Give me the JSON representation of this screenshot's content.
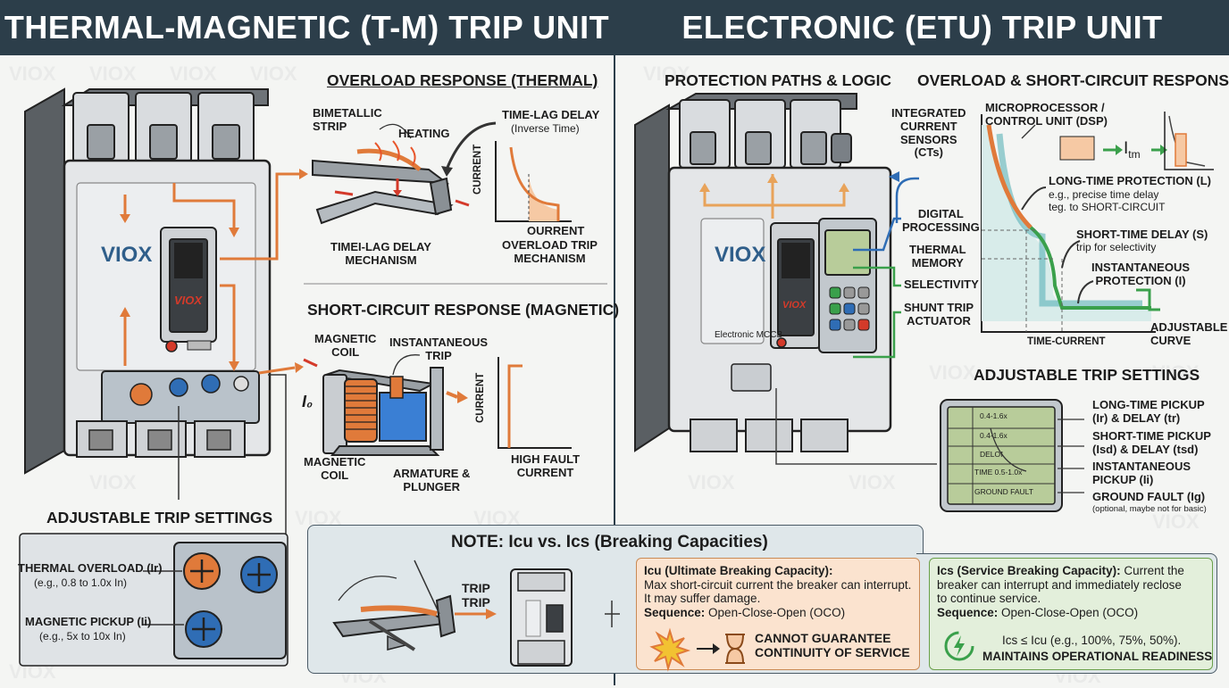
{
  "headers": {
    "left": "THERMAL-MAGNETIC (T-M) TRIP UNIT",
    "right": "ELECTRONIC (ETU) TRIP UNIT"
  },
  "watermark": "VIOX",
  "left": {
    "breaker_brand": "VIOX",
    "handle_brand": "VIOX",
    "overload": {
      "title": "OVERLOAD RESPONSE (THERMAL)",
      "bimetallic_strip": "BIMETALLIC\nSTRIP",
      "heating": "HEATING",
      "mechanism": "TIMEI-LAG DELAY\nMECHANISM",
      "time_lag_delay": "TIME-LAG DELAY",
      "inverse_time": "(Inverse Time)",
      "y_label": "CURRENT",
      "x_label": "OURRENT",
      "trip_mechanism": "OVERLOAD TRIP\nMECHANISM"
    },
    "short_circuit": {
      "title": "SHORT-CIRCUIT RESPONSE (MAGNETIC)",
      "magnetic_coil_top": "MAGNETIC\nCOIL",
      "instantaneous_trip": "INSTANTANEOUS\nTRIP",
      "current_symbol": "I₀",
      "magnetic_coil_bottom": "MAGNETIC\nCOIL",
      "armature": "ARMATURE &\nPLUNGER",
      "y_label": "CURRENT",
      "high_fault": "HIGH FAULT\nCURRENT"
    },
    "settings": {
      "title": "ADJUSTABLE TRIP SETTINGS",
      "thermal": "THERMAL OVERLOAD (Ir)",
      "thermal_range": "(e.g., 0.8 to 1.0x In)",
      "magnetic": "MAGNETIC PICKUP (Ii)",
      "magnetic_range": "(e.g., 5x to 10x In)"
    }
  },
  "right": {
    "breaker_brand": "VIOX",
    "breaker_model": "Electronic MCCB",
    "handle_brand": "VIOX",
    "protection_title": "PROTECTION PATHS & LOGIC",
    "sensors": "INTEGRATED\nCURRENT\nSENSORS\n(CTs)",
    "digital": "DIGITAL\nPROCESSING",
    "thermal_memory": "THERMAL\nMEMORY",
    "selectivity": "SELECTIVITY",
    "shunt_trip": "SHUNT TRIP\nACTUATOR",
    "response_title": "OVERLOAD & SHORT-CIRCUIT RESPONSE",
    "microprocessor": "MICROPROCESSOR /\nCONTROL UNIT (DSP)",
    "itm": "I",
    "itm_sub": "tm",
    "long_time": "LONG-TIME PROTECTION (L)",
    "long_time_desc": "e.g., precise time delay\nteg. to SHORT-CIRCUIT",
    "short_time": "SHORT-TIME DELAY (S)",
    "short_time_desc": "trip for selectivity",
    "instantaneous": "INSTANTANEOUS\nPROTECTION (I)",
    "adjustable_curve": "ADJUSTABLE\nCURVE",
    "time_current": "TIME-CURRENT",
    "settings_title": "ADJUSTABLE TRIP SETTINGS",
    "lcd_rows": [
      "0.4-1.6x",
      "0.4-1.6x",
      "DELOf",
      "TIME 0.5-1.0x",
      "GROUND FAULT"
    ],
    "long_pickup": "LONG-TIME PICKUP\n(Ir) & DELAY (tr)",
    "short_pickup": "SHORT-TIME PICKUP\n(Isd) & DELAY (tsd)",
    "inst_pickup": "INSTANTANEOUS\nPICKUP (Ii)",
    "ground_fault": "GROUND FAULT (Ig)",
    "ground_note": "(optional, maybe not for basic)"
  },
  "note": {
    "title": "NOTE: Icu vs. Ics (Breaking Capacities)",
    "trip": "TRIP\nTRIP",
    "icu_title": "Icu (Ultimate Breaking Capacity):",
    "icu_desc": "Max short-circuit current the breaker can interrupt.\nIt may suffer damage.",
    "icu_seq_label": "Sequence:",
    "icu_seq": "Open-Close-Open (OCO)",
    "icu_warning": "CANNOT GUARANTEE\nCONTINUITY OF SERVICE",
    "ics_title": "Ics (Service Breaking Capacity):",
    "ics_desc": "Current the\nbreaker can interrupt and immediately reclose\nto continue service.",
    "ics_seq_label": "Sequence:",
    "ics_seq": "Open-Close-Open (OCO)",
    "ics_formula": "Ics ≤ Icu (e.g., 100%, 75%, 50%).",
    "ics_readiness": "MAINTAINS OPERATIONAL READINESS"
  },
  "colors": {
    "header": "#2c3e4a",
    "orange": "#e07a3a",
    "blue": "#2f6db5",
    "green": "#3aa04b",
    "teal": "#3a8fb0",
    "icu_bg": "#fbe3cf",
    "ics_bg": "#e3efdb",
    "note_bg": "#dfe7ea"
  }
}
